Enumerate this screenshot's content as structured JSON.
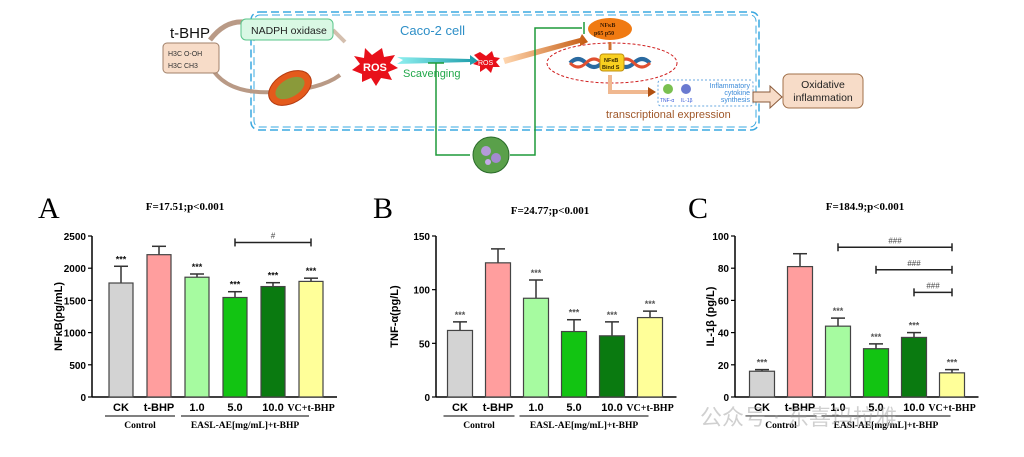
{
  "diagram": {
    "compound": "t-BHP",
    "formula_lines": [
      "H3C  O-OH",
      "H3C   CH3"
    ],
    "nadph": "NADPH oxidase",
    "cell": "Caco-2 cell",
    "ros1": "ROS",
    "ros2": "ROS",
    "scavenging": "Scavenging",
    "nfkb1": [
      "NFκB",
      "p65 p50"
    ],
    "nfkb2": [
      "NFκB",
      "Bind S"
    ],
    "cyto_labels": [
      "TNF-α",
      "IL-1β"
    ],
    "cyto_text": [
      "Inflammatory",
      "cytokine",
      "synthesis"
    ],
    "transcription": "transcriptional expression",
    "outcome": [
      "Oxidative",
      "inflammation"
    ]
  },
  "watermark": "公众号 · 东喜玛拉雅",
  "chart_data": [
    {
      "type": "bar",
      "panel": "A",
      "title": "F=17.51;p<0.001",
      "ylabel": "NFκB(pg/mL)",
      "ylim": [
        0,
        2500
      ],
      "yticks": [
        0,
        500,
        1000,
        1500,
        2000,
        2500
      ],
      "categories": [
        "CK",
        "t-BHP",
        "1.0",
        "5.0",
        "10.0",
        "VC+t-BHP"
      ],
      "values": [
        1770,
        2210,
        1860,
        1545,
        1715,
        1795
      ],
      "errors": [
        260,
        130,
        50,
        90,
        60,
        50
      ],
      "significance": [
        "***",
        "",
        "***",
        "***",
        "***",
        "***"
      ],
      "colors": [
        "#d3d3d3",
        "#ff9e9e",
        "#a6fba0",
        "#12c412",
        "#0a7a10",
        "#ffff99"
      ],
      "brackets": [
        {
          "from": 3,
          "to": 5,
          "label": "#",
          "y": 2400
        }
      ],
      "group_labels": [
        {
          "label": "Control",
          "from": 0,
          "to": 1
        },
        {
          "label": "EASL-AE[mg/mL]+t-BHP",
          "from": 2,
          "to": 5
        }
      ]
    },
    {
      "type": "bar",
      "panel": "B",
      "title": "F=24.77;p<0.001",
      "ylabel": "TNF-α(pg/L)",
      "ylim": [
        0,
        150
      ],
      "yticks": [
        0,
        50,
        100,
        150
      ],
      "categories": [
        "CK",
        "t-BHP",
        "1.0",
        "5.0",
        "10.0",
        "VC+t-BHP"
      ],
      "values": [
        62,
        125,
        92,
        61,
        57,
        74
      ],
      "errors": [
        8,
        13,
        17,
        11,
        13,
        6
      ],
      "significance": [
        "***",
        "",
        "***",
        "***",
        "***",
        "***"
      ],
      "colors": [
        "#d3d3d3",
        "#ff9e9e",
        "#a6fba0",
        "#12c412",
        "#0a7a10",
        "#ffff99"
      ],
      "brackets": [],
      "group_labels": [
        {
          "label": "Control",
          "from": 0,
          "to": 1
        },
        {
          "label": "EASL-AE[mg/mL]+t-BHP",
          "from": 2,
          "to": 5
        }
      ]
    },
    {
      "type": "bar",
      "panel": "C",
      "title": "F=184.9;p<0.001",
      "ylabel": "IL-1β (pg/L)",
      "ylim": [
        0,
        100
      ],
      "yticks": [
        0,
        20,
        40,
        60,
        80,
        100
      ],
      "categories": [
        "CK",
        "t-BHP",
        "1.0",
        "5.0",
        "10.0",
        "VC+t-BHP"
      ],
      "values": [
        16,
        81,
        44,
        30,
        37,
        15
      ],
      "errors": [
        1,
        8,
        5,
        3,
        3,
        2
      ],
      "significance": [
        "***",
        "",
        "***",
        "***",
        "***",
        "***"
      ],
      "colors": [
        "#d3d3d3",
        "#ff9e9e",
        "#a6fba0",
        "#12c412",
        "#0a7a10",
        "#ffff99"
      ],
      "brackets": [
        {
          "from": 2,
          "to": 5,
          "label": "###",
          "y": 93
        },
        {
          "from": 3,
          "to": 5,
          "label": "###",
          "y": 79
        },
        {
          "from": 4,
          "to": 5,
          "label": "###",
          "y": 65
        }
      ],
      "group_labels": [
        {
          "label": "Control",
          "from": 0,
          "to": 1
        },
        {
          "label": "EASl-AE[mg/mL]+t-BHP",
          "from": 2,
          "to": 5
        }
      ]
    }
  ]
}
